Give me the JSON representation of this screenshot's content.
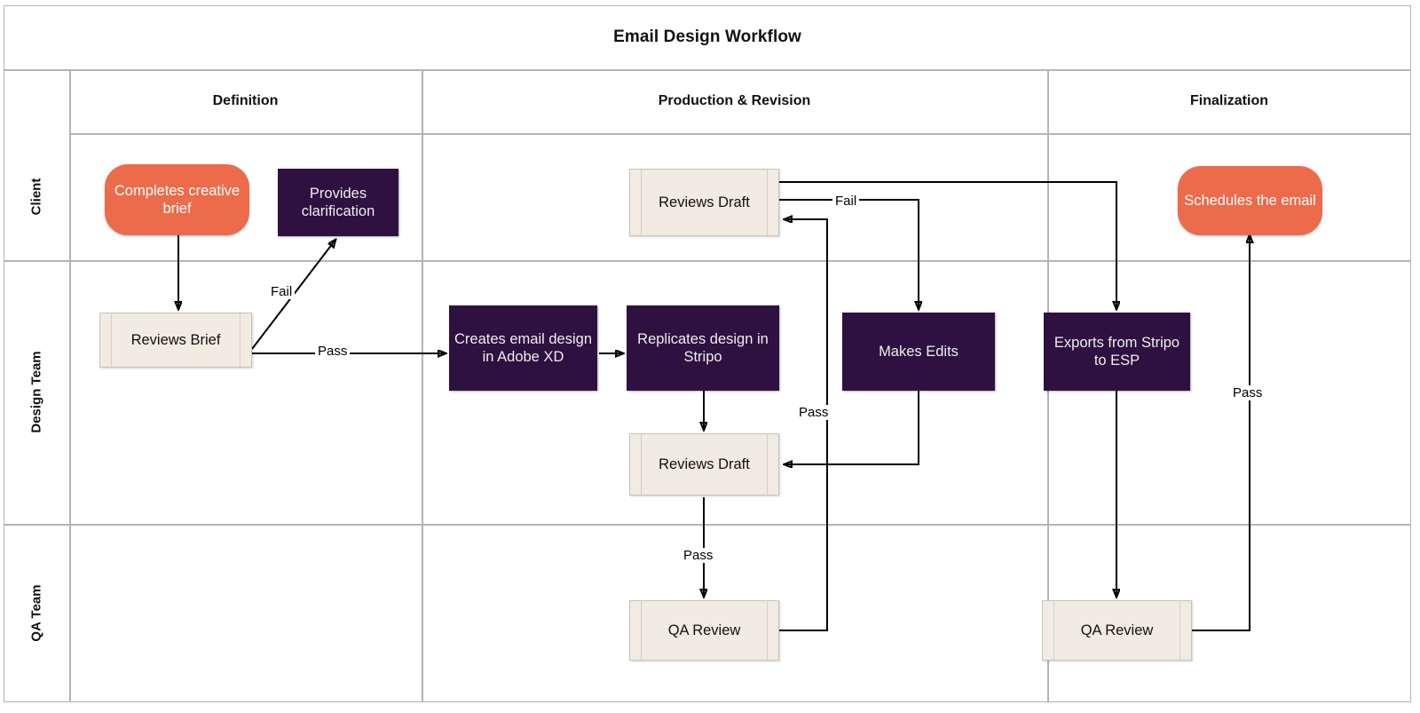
{
  "diagram": {
    "type": "swimlane-flowchart",
    "title": "Email Design Workflow",
    "phases": [
      {
        "id": "definition",
        "label": "Definition"
      },
      {
        "id": "production",
        "label": "Production & Revision"
      },
      {
        "id": "finalization",
        "label": "Finalization"
      }
    ],
    "lanes": [
      {
        "id": "client",
        "label": "Client"
      },
      {
        "id": "design",
        "label": "Design Team"
      },
      {
        "id": "qa",
        "label": "QA Team"
      }
    ],
    "colors": {
      "event": "#EC6B4B",
      "task": "#2E1140",
      "subprocess": "#F2EBE1",
      "border": "#b4b4b4",
      "edge": "#000000",
      "task_text": "#EFEDEE",
      "event_text": "#FFFFFF"
    },
    "nodes": [
      {
        "id": "n1",
        "label": "Completes creative brief",
        "lane": "client",
        "phase": "definition",
        "shape": "event"
      },
      {
        "id": "n2",
        "label": "Provides clarification",
        "lane": "client",
        "phase": "definition",
        "shape": "task"
      },
      {
        "id": "n3",
        "label": "Reviews Brief",
        "lane": "design",
        "phase": "definition",
        "shape": "subprocess"
      },
      {
        "id": "n4",
        "label": "Creates email design in Adobe XD",
        "lane": "design",
        "phase": "production",
        "shape": "task"
      },
      {
        "id": "n5",
        "label": "Replicates design in Stripo",
        "lane": "design",
        "phase": "production",
        "shape": "task"
      },
      {
        "id": "n6",
        "label": "Reviews Draft",
        "lane": "design",
        "phase": "production",
        "shape": "subprocess"
      },
      {
        "id": "n7",
        "label": "QA Review",
        "lane": "qa",
        "phase": "production",
        "shape": "subprocess"
      },
      {
        "id": "n8",
        "label": "Reviews Draft",
        "lane": "client",
        "phase": "production",
        "shape": "subprocess"
      },
      {
        "id": "n9",
        "label": "Makes Edits",
        "lane": "design",
        "phase": "production",
        "shape": "task"
      },
      {
        "id": "n10",
        "label": "Exports from Stripo to ESP",
        "lane": "design",
        "phase": "finalization",
        "shape": "task"
      },
      {
        "id": "n11",
        "label": "QA Review",
        "lane": "qa",
        "phase": "finalization",
        "shape": "subprocess"
      },
      {
        "id": "n12",
        "label": "Schedules the email",
        "lane": "client",
        "phase": "finalization",
        "shape": "event"
      }
    ],
    "edges": [
      {
        "from": "n1",
        "to": "n3",
        "label": ""
      },
      {
        "from": "n3",
        "to": "n2",
        "label": "Fail"
      },
      {
        "from": "n3",
        "to": "n4",
        "label": "Pass"
      },
      {
        "from": "n4",
        "to": "n5",
        "label": ""
      },
      {
        "from": "n5",
        "to": "n6",
        "label": ""
      },
      {
        "from": "n6",
        "to": "n7",
        "label": "Pass"
      },
      {
        "from": "n7",
        "to": "n8",
        "label": "Pass"
      },
      {
        "from": "n8",
        "to": "n9",
        "label": "Fail"
      },
      {
        "from": "n9",
        "to": "n6",
        "label": ""
      },
      {
        "from": "n8",
        "to": "n10",
        "label": ""
      },
      {
        "from": "n10",
        "to": "n11",
        "label": ""
      },
      {
        "from": "n11",
        "to": "n12",
        "label": "Pass"
      }
    ],
    "edge_labels": {
      "fail_brief": "Fail",
      "pass_brief": "Pass",
      "pass_draft_qa": "Pass",
      "pass_qa_client": "Pass",
      "fail_client": "Fail",
      "pass_final": "Pass"
    }
  }
}
